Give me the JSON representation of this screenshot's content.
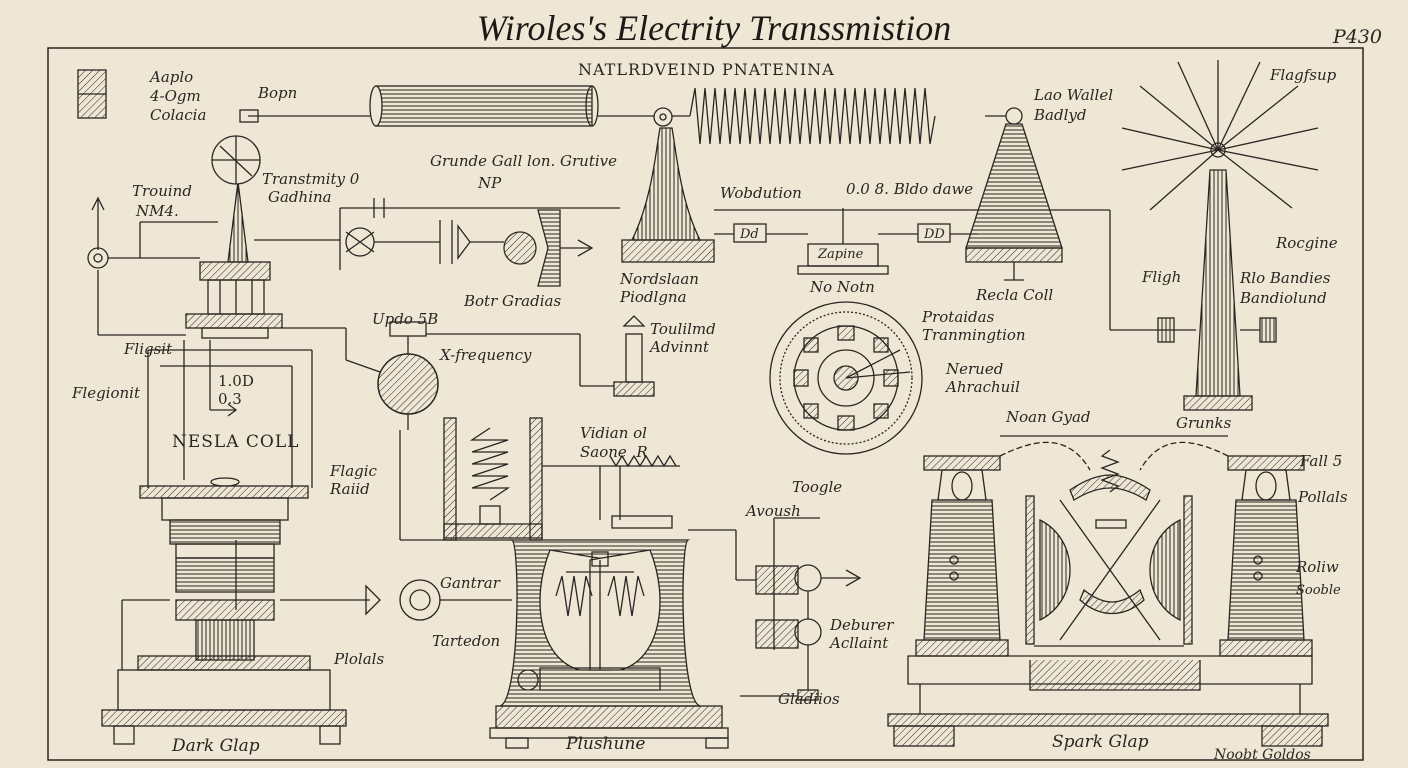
{
  "title": "Wiroles's Electrity Transsmistion",
  "plate_number": "P430",
  "subtitle": "NATLRDVEIND PNATENINA",
  "labels": {
    "top_left_caption": "Aaplo\n4-Ogm\nColacia",
    "bopn": "Bopn",
    "transmity": "Transtmity 0",
    "gadhina": "Gadhina",
    "trouind": "Trouind",
    "nm4": "NM4.",
    "grunde_gall": "Grunde Gall lon. Grutive",
    "np": "NP",
    "wobdution": "Wobdution",
    "blido_dawe": "0.0  8.  Bldo dawe",
    "do_box": "Dd",
    "dd_box": "DD",
    "zapine": "Zapine",
    "nonots": "No Notn",
    "noxdslaan": "Nordslaan\nPiodlgna",
    "botr_gradias": "Botr Gradias",
    "lao_wallel": "Lao Wallel\nBadlyd",
    "recla_coll": "Recla Coll",
    "flagfsup": "Flagfsup",
    "rocgine": "Rocgine",
    "flight_right": "Fligh",
    "rlo_bandies": "Rlo Bandies\nBandiolund",
    "updo": "Updo  5B",
    "xfrequency": "X-frequency",
    "toulilmd": "Toulilmd\nAdvinnt",
    "protaidas": "Protaidas\nTranmingtion",
    "nerueh": "Nerued\nAhrachuil",
    "fligsit": "Fligsit",
    "flegionit": "Flegionit",
    "nesla_coll": "NESLA COLL",
    "flagic_raiid": "Flagic\nRaiid",
    "vidian": "Vidian ol\nSaone  R",
    "toogle": "Toogle",
    "avoush": "Avoush",
    "gantrar": "Gantrar",
    "tertedon": "Tartedon",
    "deburer": "Deburer\nAcllaint",
    "gladiios": "Gladiios",
    "noan_gyad": "Noan Gyad",
    "grunks": "Grunks",
    "fall5": "Fall 5",
    "pollals": "Pollals",
    "rolivw": "Roliw",
    "sooble": "Sooble",
    "plolals": "Plolals",
    "dark_glap": "Dark Glap",
    "plushune": "Plushune",
    "spark_glap": "Spark Glap",
    "nocht": "Noobt Goldos",
    "dial_val": "1.0D\n0.3"
  },
  "colors": {
    "paper": "#efe7d6",
    "ink": "#2a2520"
  }
}
